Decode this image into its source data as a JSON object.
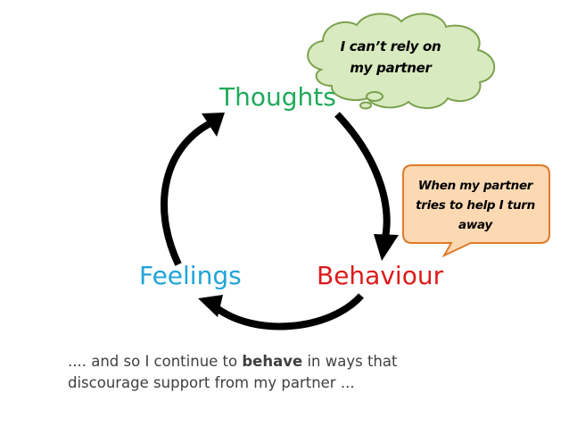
{
  "colors": {
    "thoughts": "#1faa5a",
    "feelings": "#20a4d8",
    "behaviour": "#dd1a1a",
    "cloud_fill": "#d8eabf",
    "cloud_stroke": "#7aa24e",
    "speech_fill": "#fdd9b3",
    "speech_stroke": "#e07a2a",
    "arrow": "#000000",
    "caption": "#404040"
  },
  "nodes": {
    "thoughts": "Thoughts",
    "feelings": "Feelings",
    "behaviour": "Behaviour"
  },
  "thought_bubble": {
    "line1": "I can’t rely on",
    "line2": "my partner"
  },
  "speech_bubble": {
    "line1": "When my partner",
    "line2": "tries to help I turn",
    "line3": "away"
  },
  "caption": {
    "part1": ".... and so I continue to ",
    "bold": "behave",
    "part2": "  in ways that",
    "line2": "discourage support from my partner ..."
  }
}
